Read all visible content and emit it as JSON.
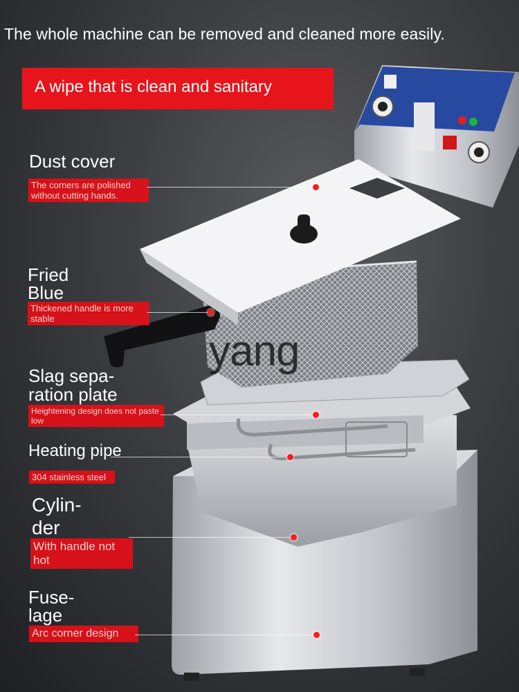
{
  "headline": "The whole machine can be removed and cleaned more easily.",
  "banner": "A wipe that is clean and sanitary",
  "watermark": "yang",
  "parts": {
    "dust_cover": {
      "title": "Dust cover",
      "desc": "The corners are polished without cutting hands."
    },
    "fried_blue": {
      "title_line1": "Fried",
      "title_line2": "Blue",
      "desc": "Thickened handle is more stable"
    },
    "slag_plate": {
      "title_line1": "Slag sepa-",
      "title_line2": "ration plate",
      "desc": "Heightening design does not paste low"
    },
    "heating_pipe": {
      "title": "Heating pipe",
      "desc": "304 stainless steel"
    },
    "cylinder": {
      "title_line1": "Cylin-",
      "title_line2": "der",
      "desc": "With handle not hot"
    },
    "fuselage": {
      "title_line1": "Fuse-",
      "title_line2": "lage",
      "desc": "Arc corner design"
    }
  },
  "colors": {
    "accent_red": "#e8141c",
    "steel": "#c9ccd1",
    "dark": "#2a2b2e"
  }
}
